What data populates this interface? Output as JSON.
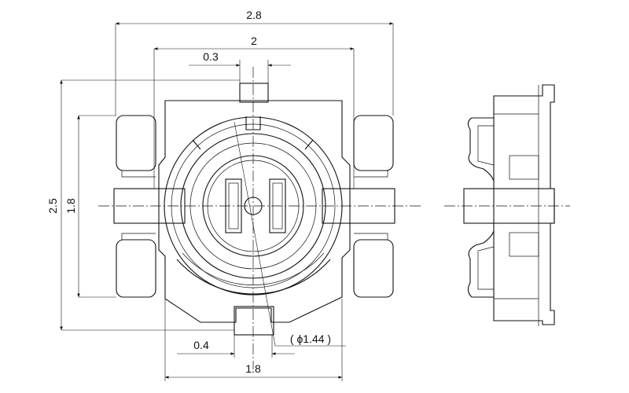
{
  "dimensions": {
    "overall_width": "2.8",
    "body_width": "2",
    "pin_top_width": "0.3",
    "overall_height": "2.5",
    "body_height": "1.8",
    "pin_bottom_width": "0.4",
    "bottom_width": "1.8",
    "diameter": "( ϕ1.44 )"
  }
}
